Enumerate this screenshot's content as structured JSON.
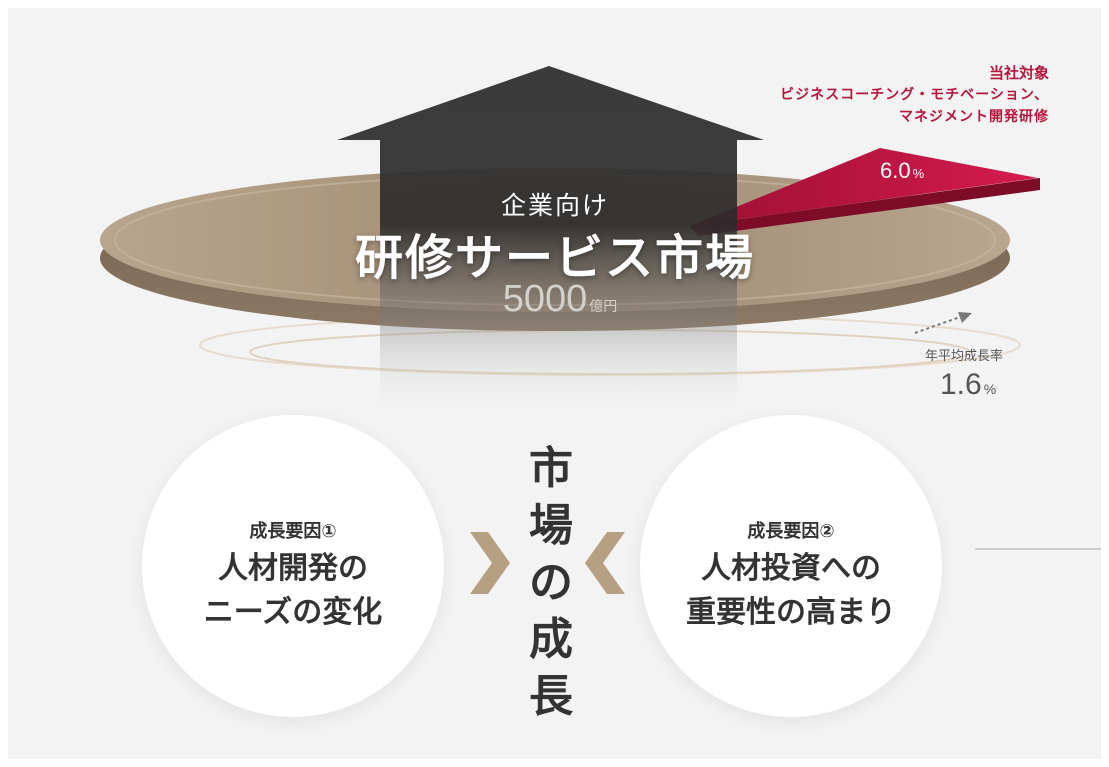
{
  "market": {
    "sub_title": "企業向け",
    "title": "研修サービス市場",
    "amount": "5000",
    "amount_unit": "億円"
  },
  "target": {
    "heading": "当社対象",
    "line1": "ビジネスコーチング・モチベーション、",
    "line2": "マネジメント開発研修",
    "share": "6.0",
    "share_unit": "%"
  },
  "growth": {
    "label": "年平均成長率",
    "value": "1.6",
    "unit": "%"
  },
  "factor1": {
    "label": "成長要因①",
    "line1": "人材開発の",
    "line2": "ニーズの変化"
  },
  "factor2": {
    "label": "成長要因②",
    "line1": "人材投資への",
    "line2": "重要性の高まり"
  },
  "center": {
    "chars": [
      "市",
      "場",
      "の",
      "成",
      "長"
    ]
  },
  "colors": {
    "disc": "#a79078",
    "arrow": "#2b2b2b",
    "accent": "#c8174a",
    "chevron": "#b79f84"
  }
}
